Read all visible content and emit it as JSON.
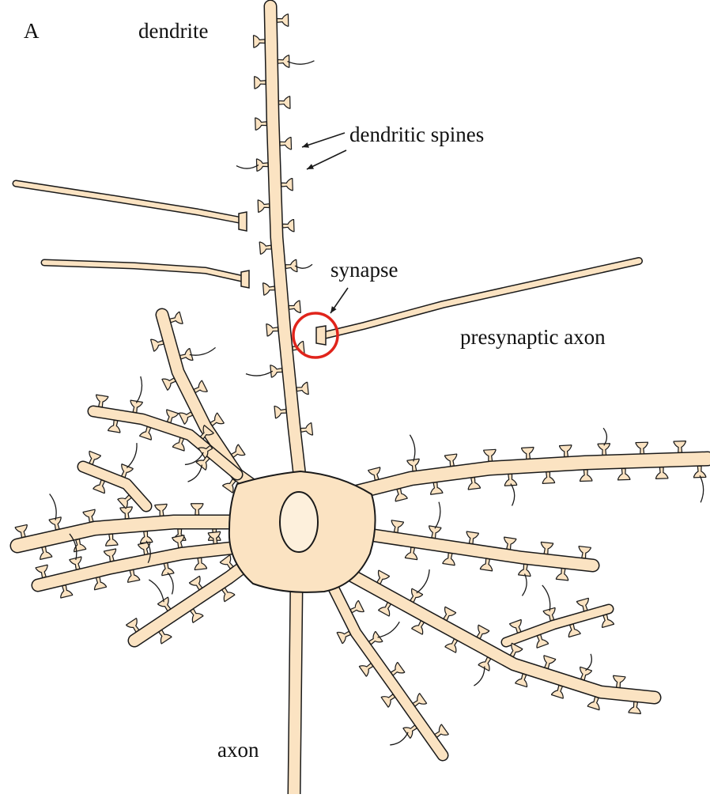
{
  "panel_label": "A",
  "labels": {
    "dendrite": "dendrite",
    "dendritic_spines": "dendritic spines",
    "synapse": "synapse",
    "presynaptic_axon": "presynaptic axon",
    "axon": "axon"
  },
  "colors": {
    "cell_fill": "#fbe3c2",
    "outline": "#1a1a1a",
    "synapse_circle": "#e0241b",
    "background": "#ffffff"
  }
}
